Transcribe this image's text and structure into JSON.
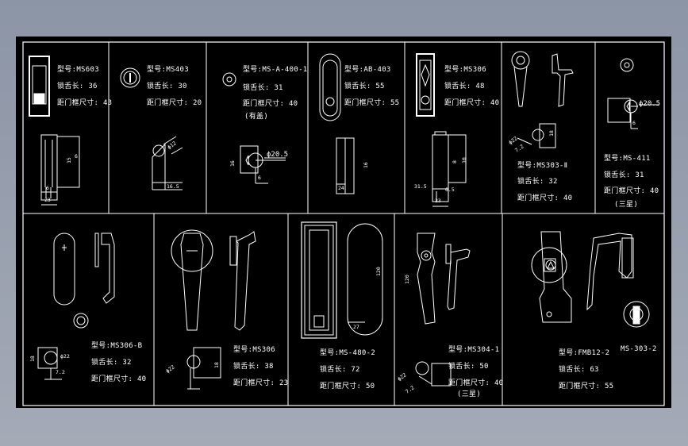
{
  "labels": {
    "model": "型号:",
    "tongue": "锁舌长:",
    "frame": "距门框尺寸:",
    "three_star": "(三星)",
    "covered": "(有盖)"
  },
  "cells": [
    {
      "model": "MS603",
      "tongue": "36",
      "frame": "43",
      "dims": [
        "23",
        "6",
        "15",
        "6"
      ]
    },
    {
      "model": "MS403",
      "tongue": "30",
      "frame": "20",
      "dims": [
        "12",
        "16.5"
      ]
    },
    {
      "model": "MS-A-400-1",
      "tongue": "31",
      "frame": "40",
      "dims": [
        "20.5",
        "6",
        "16"
      ]
    },
    {
      "model": "AB-403",
      "tongue": "55",
      "frame": "55",
      "dims": [
        "24",
        "16"
      ]
    },
    {
      "model": "MS306",
      "tongue": "48",
      "frame": "40",
      "dims": [
        "23",
        "31.5",
        "6.5",
        "8",
        "10"
      ]
    },
    {
      "model": "MS303-Ⅱ",
      "tongue": "32",
      "frame": "40",
      "dims": [
        "22",
        "7.2",
        "18"
      ]
    },
    {
      "model": "MS-411",
      "tongue": "31",
      "frame": "40",
      "dims": [
        "20.5",
        "6"
      ]
    },
    {
      "model": "MS306-B",
      "tongue": "32",
      "frame": "40",
      "dims": [
        "22",
        "7.2",
        "18"
      ]
    },
    {
      "model": "MS306",
      "tongue": "38",
      "frame": "23",
      "dims": [
        "22",
        "18"
      ]
    },
    {
      "model": "MS-480-2",
      "tongue": "72",
      "frame": "50",
      "dims": [
        "27",
        "120"
      ]
    },
    {
      "model": "MS304-1",
      "tongue": "50",
      "frame": "40",
      "dims": [
        "120",
        "22",
        "7.2"
      ]
    },
    {
      "model": "FMB12-2",
      "tongue": "63",
      "frame": "55",
      "extra_model": "MS-303-2"
    }
  ]
}
